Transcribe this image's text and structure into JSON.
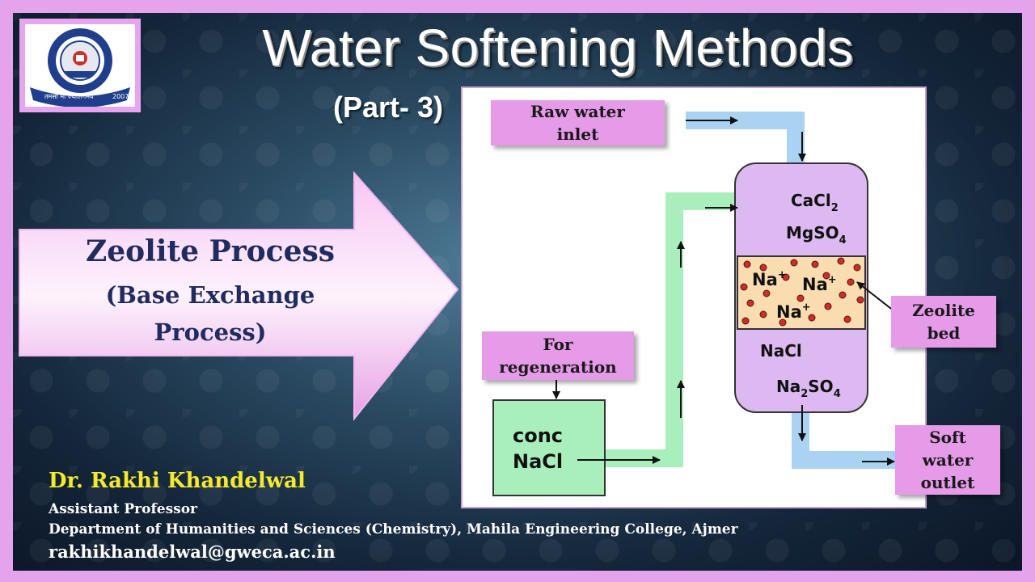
{
  "slide": {
    "title": "Water Softening Methods",
    "subtitle": "(Part- 3)"
  },
  "arrow": {
    "heading": "Zeolite Process",
    "sub_line1": "(Base Exchange",
    "sub_line2": "Process)"
  },
  "diagram": {
    "raw_water_label": "Raw water\ninlet",
    "regeneration_label": "For\nregeneration",
    "zeolite_bed_label": "Zeolite\nbed",
    "soft_water_label": "Soft\nwater\noutlet",
    "nacl_box_line1": "conc",
    "nacl_box_line2": "NaCl",
    "top_chem1": "CaCl",
    "top_chem1_sub": "2",
    "top_chem2": "MgSO",
    "top_chem2_sub": "4",
    "bed_ion": "Na",
    "bed_ion_sup": "+",
    "bottom_chem1": "NaCl",
    "bottom_chem2_a": "Na",
    "bottom_chem2_sub1": "2",
    "bottom_chem2_b": "SO",
    "bottom_chem2_sub2": "4"
  },
  "author": {
    "name": "Dr. Rakhi Khandelwal",
    "designation": "Assistant Professor",
    "department": "Department of Humanities and Sciences (Chemistry),  Mahila Engineering College, Ajmer",
    "email": "rakhikhandelwal@gweca.ac.in"
  },
  "logo": {
    "year": "2007",
    "motto": "तमसो मा ज्योतिर्गमय"
  },
  "colors": {
    "frame": "#e5a3ec",
    "label_bg": "#e59be8",
    "vessel": "#dcb9f0",
    "bed": "#f9dcb0",
    "pipe_blue": "#a9d3f0",
    "pipe_green": "#a9efbc",
    "author_name": "#f5e92e",
    "heading_navy": "#202c5e"
  }
}
